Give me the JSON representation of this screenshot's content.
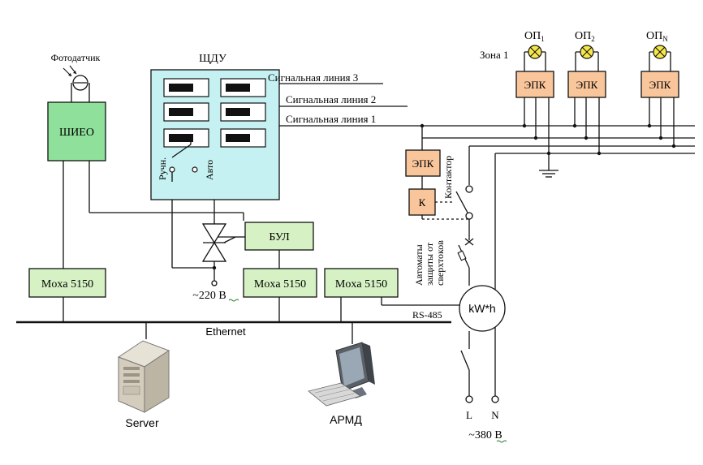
{
  "labels": {
    "photosensor": "Фотодатчик",
    "shieo": "ШИЕО",
    "shdu": "ЩДУ",
    "signal_line_3": "Сигнальная линия 3",
    "signal_line_2": "Сигнальная линия 2",
    "signal_line_1": "Сигнальная линия 1",
    "manual": "Ручн.",
    "auto": "Авто",
    "bul": "БУЛ",
    "moxa_1": "Moxa 5150",
    "moxa_2": "Moxa 5150",
    "moxa_3": "Moxa 5150",
    "mains_220": "~220 В",
    "ethernet": "Ethernet",
    "server": "Server",
    "armd": "АРМД",
    "epk_ctrl": "ЭПК",
    "k": "К",
    "contactor": "Контактор",
    "breakers": [
      "Автоматы",
      "защиты от",
      "сверхтоков"
    ],
    "rs485": "RS-485",
    "meter": "kW*h",
    "phase_l": "L",
    "neutral_n": "N",
    "mains_380": "~380 В",
    "zone_1": "Зона 1",
    "op_1": "ОП",
    "op_1_sub": "1",
    "op_2": "ОП",
    "op_2_sub": "2",
    "op_n": "ОП",
    "op_n_sub": "N",
    "epk_1": "ЭПК",
    "epk_2": "ЭПК",
    "epk_n": "ЭПК"
  },
  "colors": {
    "shieo_fill": "#8fe09a",
    "shdu_fill": "#c6f1f2",
    "green_box": "#d6f2c4",
    "epk_fill": "#f9c59b",
    "lamp_fill": "#f7e84a"
  }
}
